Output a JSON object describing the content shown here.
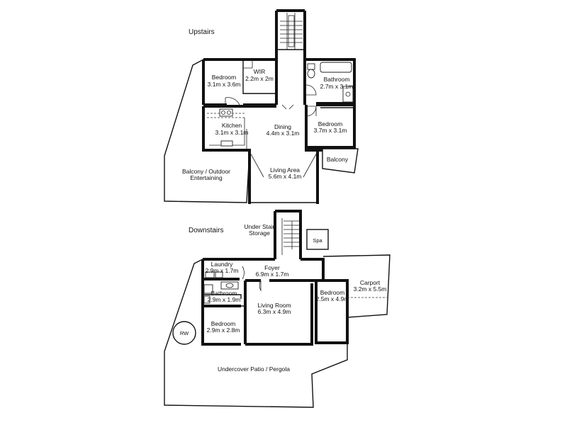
{
  "upstairs": {
    "heading": "Upstairs",
    "rooms": {
      "bedroom1": {
        "name": "Bedroom",
        "dims": "3.1m x 3.6m"
      },
      "wir": {
        "name": "WIR",
        "dims": "2.2m x 2m"
      },
      "bathroom": {
        "name": "Bathroom",
        "dims": "2.7m x 3.1m"
      },
      "kitchen": {
        "name": "Kitchen",
        "dims": "3.1m x 3.1m"
      },
      "dining": {
        "name": "Dining",
        "dims": "4.4m x 3.1m"
      },
      "bedroom2": {
        "name": "Bedroom",
        "dims": "3.7m x 3.1m"
      },
      "balcony": {
        "name": "Balcony"
      },
      "balcony_outdoor": {
        "name": "Balcony / Outdoor",
        "name2": "Entertaining"
      },
      "living": {
        "name": "Living Area",
        "dims": "5.6m x 4.1m"
      }
    }
  },
  "downstairs": {
    "heading": "Downstairs",
    "rooms": {
      "storage": {
        "name": "Under Stair",
        "name2": "Storage"
      },
      "spa": {
        "name": "Spa"
      },
      "laundry": {
        "name": "Laundry",
        "dims": "2.9m x 1.7m"
      },
      "foyer": {
        "name": "Foyer",
        "dims": "6.9m x 1.7m"
      },
      "carport": {
        "name": "Carport",
        "dims": "3.2m x 5.5m"
      },
      "bathroom": {
        "name": "Bathroom",
        "dims": "2.9m x 1.9m"
      },
      "living": {
        "name": "Living Room",
        "dims": "6.3m x 4.9m"
      },
      "bedroom1": {
        "name": "Bedroom",
        "dims": "2.5m x 4.9m"
      },
      "bedroom2": {
        "name": "Bedroom",
        "dims": "2.9m x 2.8m"
      },
      "rw": {
        "name": "RW"
      },
      "patio": {
        "name": "Undercover Patio / Pergola"
      }
    }
  }
}
